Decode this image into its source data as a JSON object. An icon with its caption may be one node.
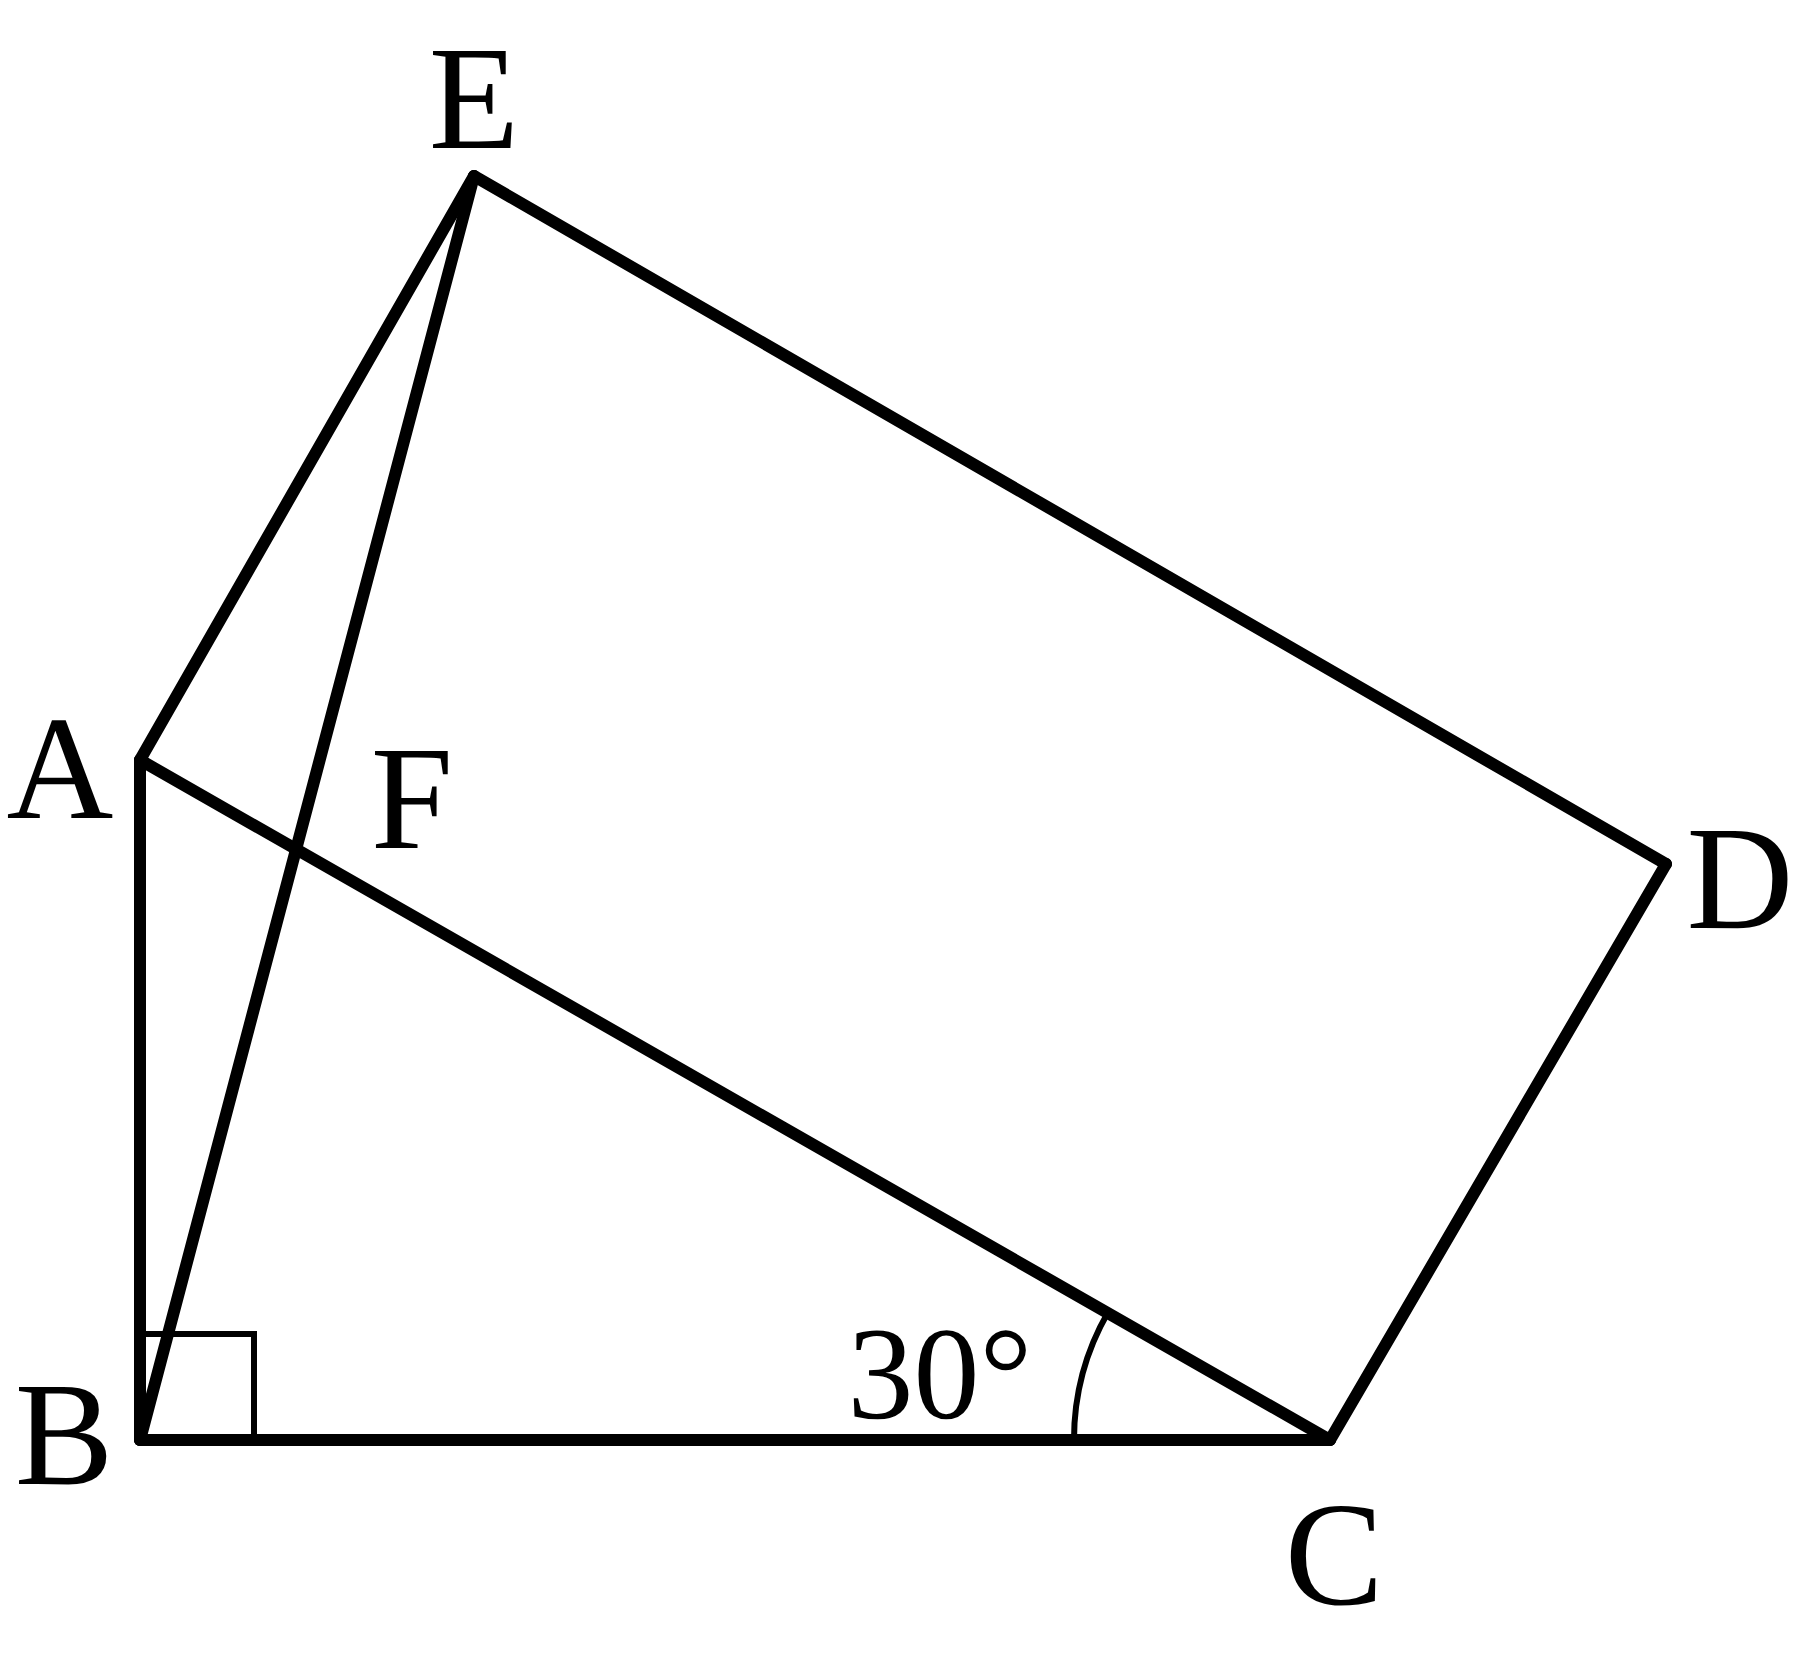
{
  "diagram": {
    "nodes": [
      {
        "text": [
          "E"
        ]
      },
      {
        "text": [
          "A"
        ]
      },
      {
        "text": [
          "F"
        ]
      },
      {
        "text": [
          "D"
        ]
      },
      {
        "text": [
          "B"
        ]
      },
      {
        "text": [
          "C"
        ]
      }
    ],
    "edges": [
      {
        "from": 1,
        "to": 0,
        "arrow": "none"
      },
      {
        "from": 0,
        "to": 3,
        "arrow": "none"
      },
      {
        "from": 0,
        "to": 4,
        "arrow": "none"
      },
      {
        "from": 1,
        "to": 5,
        "arrow": "none"
      },
      {
        "from": 1,
        "to": 4,
        "arrow": "none"
      },
      {
        "from": 3,
        "to": 5,
        "arrow": "none"
      },
      {
        "from": 4,
        "to": 5,
        "arrow": "none"
      }
    ],
    "labels": [
      "30°"
    ]
  }
}
